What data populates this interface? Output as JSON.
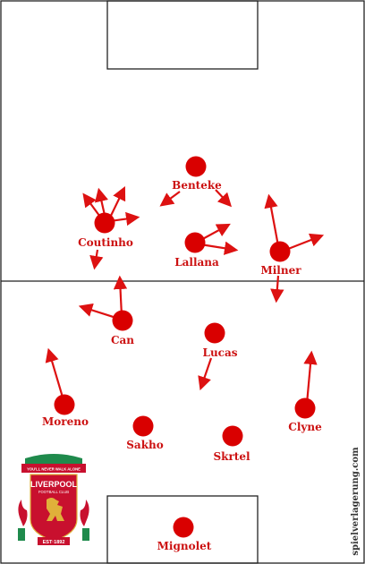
{
  "colors": {
    "pitch_lines": "#222222",
    "player": "#d90000",
    "arrow": "#dd1111",
    "label": "#cc1111",
    "crest_red": "#c8102e",
    "crest_green": "#1f8a4c",
    "crest_gold": "#e0b03a"
  },
  "players": [
    {
      "id": "benteke",
      "name": "Benteke"
    },
    {
      "id": "coutinho",
      "name": "Coutinho"
    },
    {
      "id": "lallana",
      "name": "Lallana"
    },
    {
      "id": "milner",
      "name": "Milner"
    },
    {
      "id": "can",
      "name": "Can"
    },
    {
      "id": "lucas",
      "name": "Lucas"
    },
    {
      "id": "moreno",
      "name": "Moreno"
    },
    {
      "id": "clyne",
      "name": "Clyne"
    },
    {
      "id": "sakho",
      "name": "Sakho"
    },
    {
      "id": "skrtel",
      "name": "Skrtel"
    },
    {
      "id": "mignolet",
      "name": "Mignolet"
    }
  ],
  "watermark": "spielverlagerung.com",
  "crest": {
    "motto": "YOU'LL NEVER WALK ALONE",
    "club_name": "LIVERPOOL",
    "club_sub": "FOOTBALL CLUB",
    "established": "EST·1892",
    "icon": "liverbird-crest-icon"
  }
}
